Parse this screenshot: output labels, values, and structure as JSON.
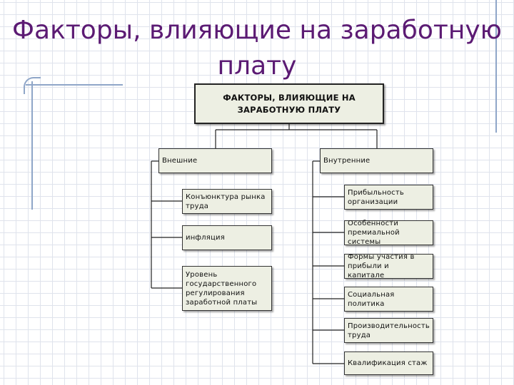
{
  "slide": {
    "title": "Факторы, влияющие на заработную плату"
  },
  "diagram": {
    "root": "ФАКТОРЫ, ВЛИЯЮЩИЕ НА ЗАРАБОТНУЮ ПЛАТУ",
    "external": {
      "label": "Внешние",
      "items": [
        "Конъюнктура рынка труда",
        "инфляция",
        "Уровень государственного регулирования заработной платы"
      ]
    },
    "internal": {
      "label": "Внутренние",
      "items": [
        "Прибыльность организации",
        "Особенности премиальной системы",
        "Формы участия в прибыли и капитале",
        "Социальная политика",
        "Производительность труда",
        "Квалификация стаж"
      ]
    }
  },
  "colors": {
    "title": "#5b1a73",
    "box_fill": "#edefe3",
    "grid": "#dfe3ec",
    "accent_line": "#8fa6c8"
  }
}
